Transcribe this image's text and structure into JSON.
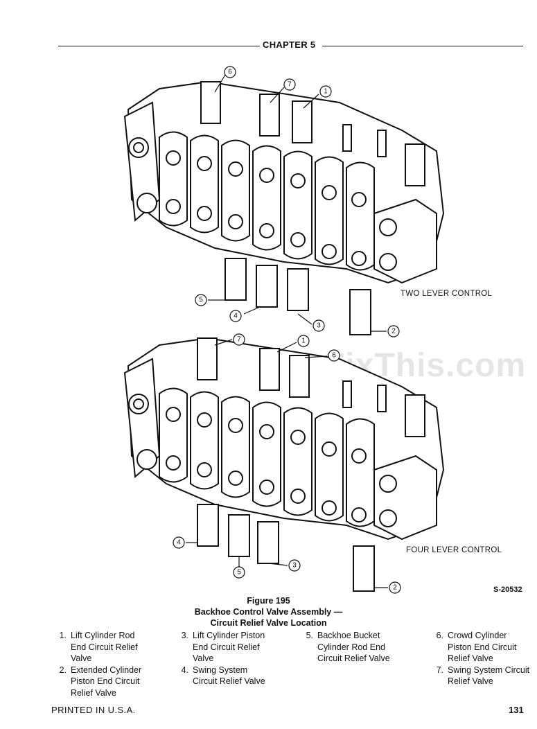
{
  "header": {
    "chapter": "CHAPTER 5"
  },
  "figure": {
    "top_label": "TWO LEVER CONTROL",
    "bottom_label": "FOUR LEVER CONTROL",
    "part_code": "S-20532",
    "number": "Figure 195",
    "title_line1": "Backhoe Control Valve Assembly —",
    "title_line2": "Circuit Relief Valve Location",
    "top_callouts": [
      "6",
      "7",
      "1",
      "5",
      "4",
      "3",
      "2"
    ],
    "bottom_callouts": [
      "7",
      "1",
      "6",
      "4",
      "5",
      "3",
      "2"
    ]
  },
  "legend": [
    {
      "num": "1.",
      "text": "Lift Cylinder Rod End Circuit Relief Valve"
    },
    {
      "num": "2.",
      "text": "Extended Cylinder Piston End Circuit Relief Valve"
    },
    {
      "num": "3.",
      "text": "Lift Cylinder Piston End Circuit Relief Valve"
    },
    {
      "num": "4.",
      "text": "Swing System Circuit Relief Valve"
    },
    {
      "num": "5.",
      "text": "Backhoe Bucket Cylinder Rod End Circuit Relief Valve"
    },
    {
      "num": "6.",
      "text": "Crowd Cylinder Piston End Circuit Relief Valve"
    },
    {
      "num": "7.",
      "text": "Swing System Circuit Relief Valve"
    }
  ],
  "watermark": "YouFixThis.com",
  "footer": {
    "printed": "PRINTED IN U.S.A.",
    "page": "131"
  }
}
